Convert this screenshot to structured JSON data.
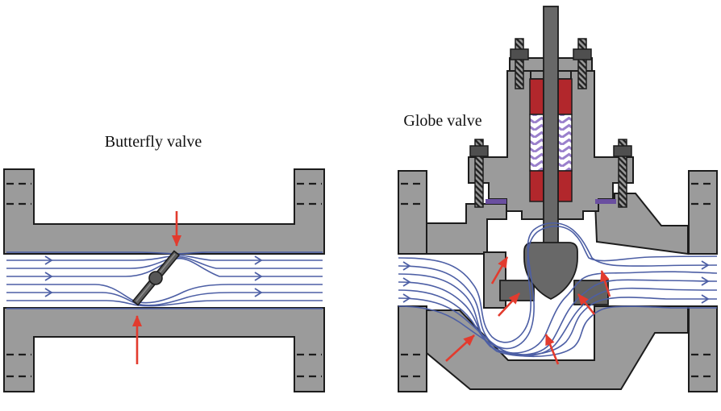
{
  "diagram": {
    "valves": [
      {
        "id": "butterfly-valve",
        "label": "Butterfly valve",
        "streamline_count": 8,
        "red_arrow_count": 2
      },
      {
        "id": "globe-valve",
        "label": "Globe valve",
        "streamline_count": 7,
        "red_arrow_count": 6
      }
    ],
    "colors": {
      "background": "#ffffff",
      "body_gray": "#9b9b9b",
      "dark_gray": "#686868",
      "seat_gray": "#636363",
      "disc_gray": "#5f5f5f",
      "outline": "#1c1c1c",
      "streamline_blue": "#4d5fa5",
      "arrow_red": "#e23b2e",
      "packing_red": "#b2272c",
      "packing_purple": "#9a80cc",
      "gasket_purple": "#6a4fa0",
      "bolt_dark": "#4f4f4f",
      "hatch_base": "#9a9a9a"
    }
  }
}
